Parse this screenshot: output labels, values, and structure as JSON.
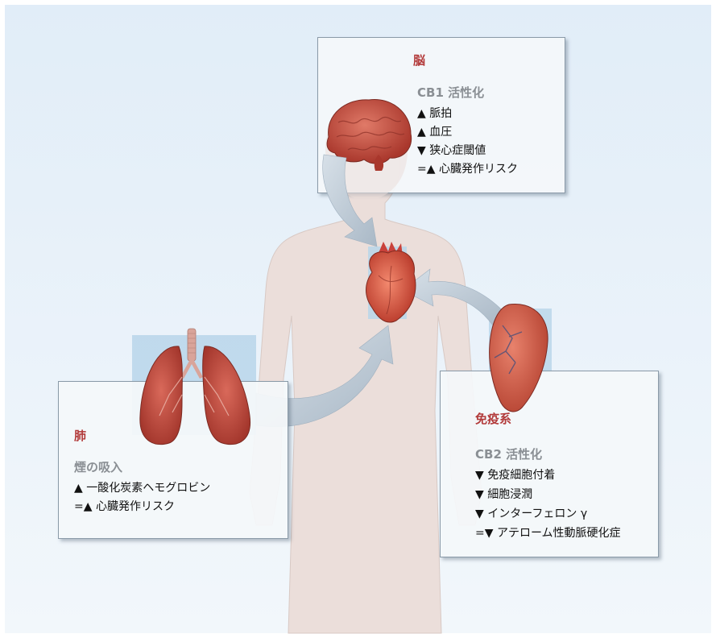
{
  "brain": {
    "title": "脳",
    "subtitle": "CB1 活性化",
    "lines": [
      "▲ 脈拍",
      "▲ 血圧",
      "▼ 狭心症閾値",
      "=▲ 心臓発作リスク"
    ]
  },
  "lung": {
    "title": "肺",
    "subtitle": "煙の吸入",
    "lines": [
      "▲ 一酸化炭素ヘモグロビン",
      "=▲ 心臓発作リスク"
    ]
  },
  "immune": {
    "title": "免疫系",
    "subtitle": "CB2 活性化",
    "lines": [
      "▼ 免疫細胞付着",
      "▼ 細胞浸潤",
      "▼ インターフェロン γ",
      "=▼ アテローム性動脈硬化症"
    ]
  },
  "colors": {
    "background_top": "#e3eef8",
    "background_bottom": "#f1f6fb",
    "body": "#e9dcd8",
    "organ_red": "#c8473a",
    "title_red": "#b23a3a",
    "subtitle_gray": "#8a8f94",
    "arrow": "#b9c6d2"
  }
}
